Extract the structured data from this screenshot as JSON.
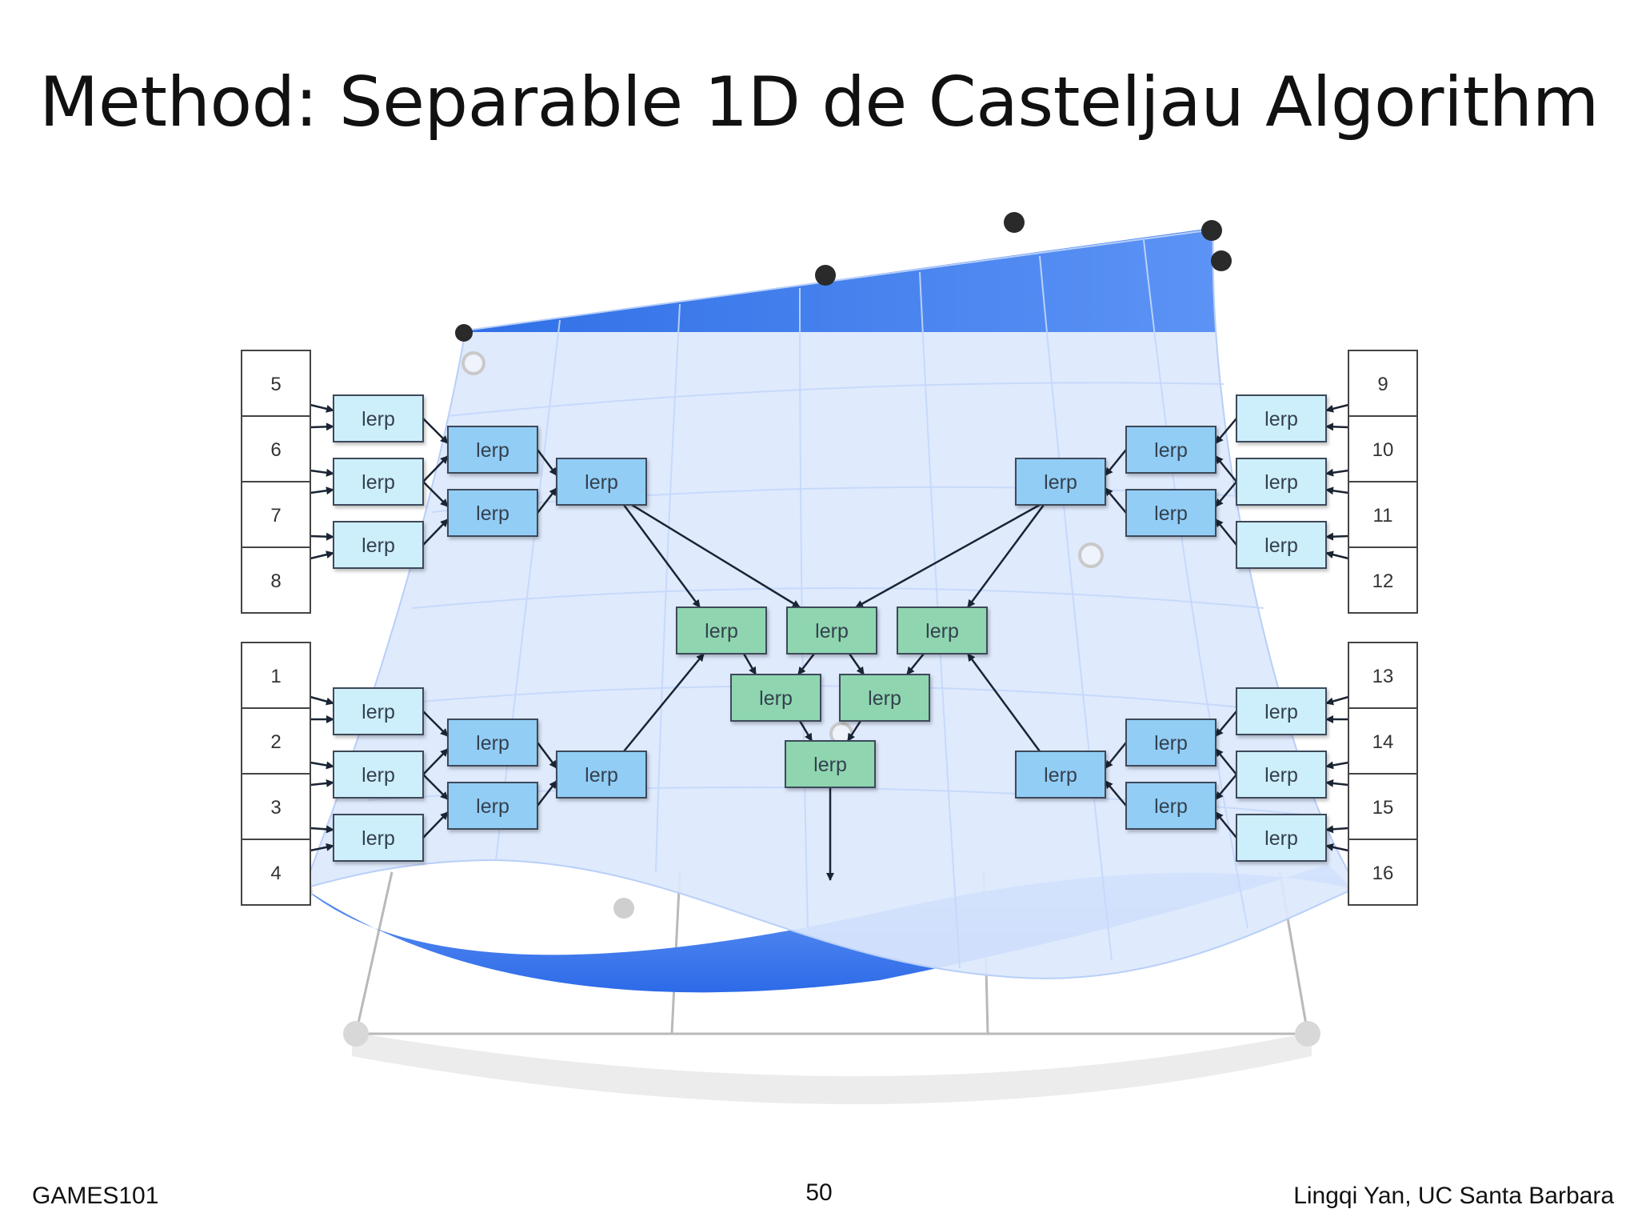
{
  "slide": {
    "title": "Method: Separable 1D de Casteljau Algorithm",
    "footer_left": "GAMES101",
    "page_number": "50",
    "footer_right": "Lingqi Yan, UC Santa Barbara"
  },
  "diagram": {
    "control_point_labels": [
      "1",
      "2",
      "3",
      "4",
      "5",
      "6",
      "7",
      "8",
      "9",
      "10",
      "11",
      "12",
      "13",
      "14",
      "15",
      "16"
    ],
    "node_label": "lerp",
    "colors": {
      "stage1": "#cdeffb",
      "stage2": "#92cdf5",
      "stage3": "#8fd6b0",
      "surface": "#3a78f0"
    }
  }
}
